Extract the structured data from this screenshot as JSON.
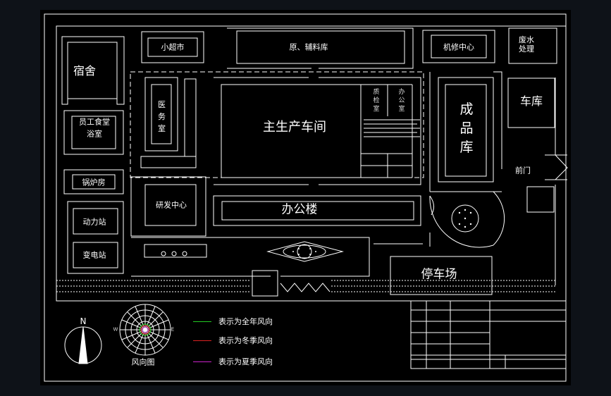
{
  "labels": {
    "dorm": "宿舍",
    "store": "小超市",
    "materials": "原、辅料库",
    "repair": "机修中心",
    "waste": "废水处理",
    "garage": "车库",
    "canteen": "员工食堂浴室",
    "medical": "医务室",
    "workshop": "主生产车间",
    "qc": "质检室",
    "office_room": "办公室",
    "product": "成品库",
    "gate": "前门",
    "boiler": "锅炉房",
    "rnd": "研发中心",
    "office_building": "办公楼",
    "power": "动力站",
    "substation": "变电站",
    "parking": "停车场",
    "compass": "N",
    "rose_title": "风向图",
    "rose_w": "W",
    "rose_e": "E"
  },
  "legend": [
    {
      "text": "表示为全年风向",
      "color": "#22cc22"
    },
    {
      "text": "表示为冬季风向",
      "color": "#dd2222"
    },
    {
      "text": "表示为夏季风向",
      "color": "#cc22cc"
    }
  ],
  "colors": {
    "background": "#000000",
    "frame": "#0e1218",
    "lines": "#ffffff"
  }
}
